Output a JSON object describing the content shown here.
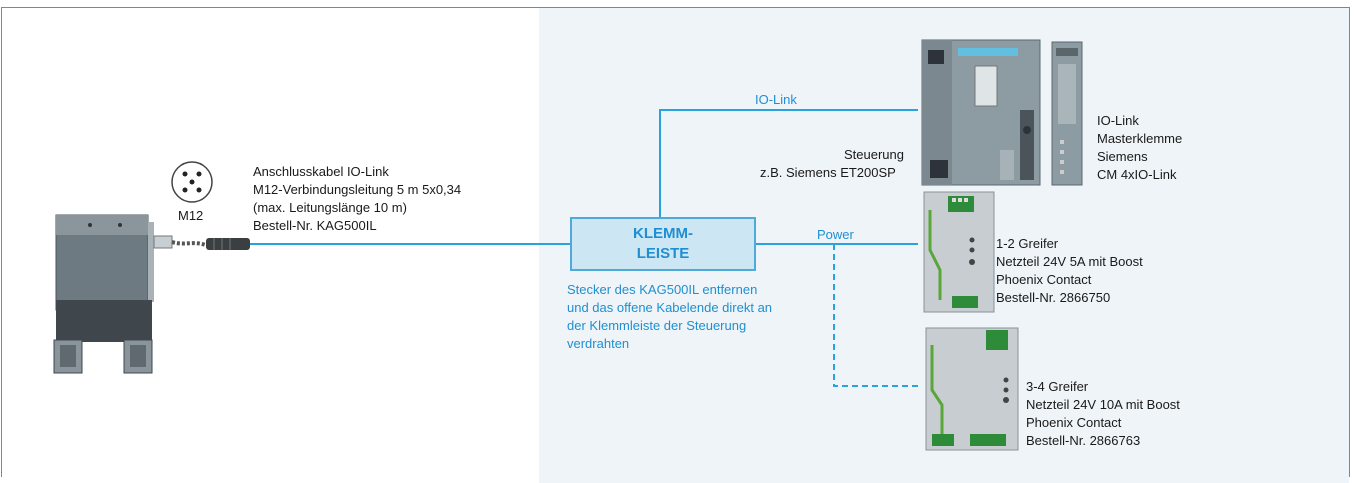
{
  "colors": {
    "accent": "#1f8fd1",
    "panel": "#eef4f8",
    "klemm_fill": "#cde6f4",
    "device_gray": "#9aa6ad"
  },
  "connector": {
    "label": "M12"
  },
  "cable": {
    "line1": "Anschlusskabel IO-Link",
    "line2": "M12-Verbindungsleitung 5 m 5x0,34",
    "line3": "(max. Leitungslänge 10 m)",
    "line4": "Bestell-Nr. KAG500IL"
  },
  "klemmleiste": {
    "line1": "KLEMM-",
    "line2": "LEISTE",
    "note1": "Stecker des KAG500IL entfernen",
    "note2": "und das offene Kabelende direkt an",
    "note3": "der Klemmleiste der Steuerung",
    "note4": "verdrahten"
  },
  "links": {
    "io_link": "IO-Link",
    "power": "Power"
  },
  "controller": {
    "line1": "Steuerung",
    "line2": "z.B. Siemens ET200SP"
  },
  "master": {
    "line1": "IO-Link",
    "line2": "Masterklemme",
    "line3": "Siemens",
    "line4": "CM 4xIO-Link"
  },
  "psu1": {
    "line1": "1-2 Greifer",
    "line2": "Netzteil 24V 5A mit Boost",
    "line3": "Phoenix Contact",
    "line4": "Bestell-Nr. 2866750"
  },
  "psu2": {
    "line1": "3-4 Greifer",
    "line2": "Netzteil 24V 10A mit Boost",
    "line3": "Phoenix Contact",
    "line4": "Bestell-Nr. 2866763"
  }
}
